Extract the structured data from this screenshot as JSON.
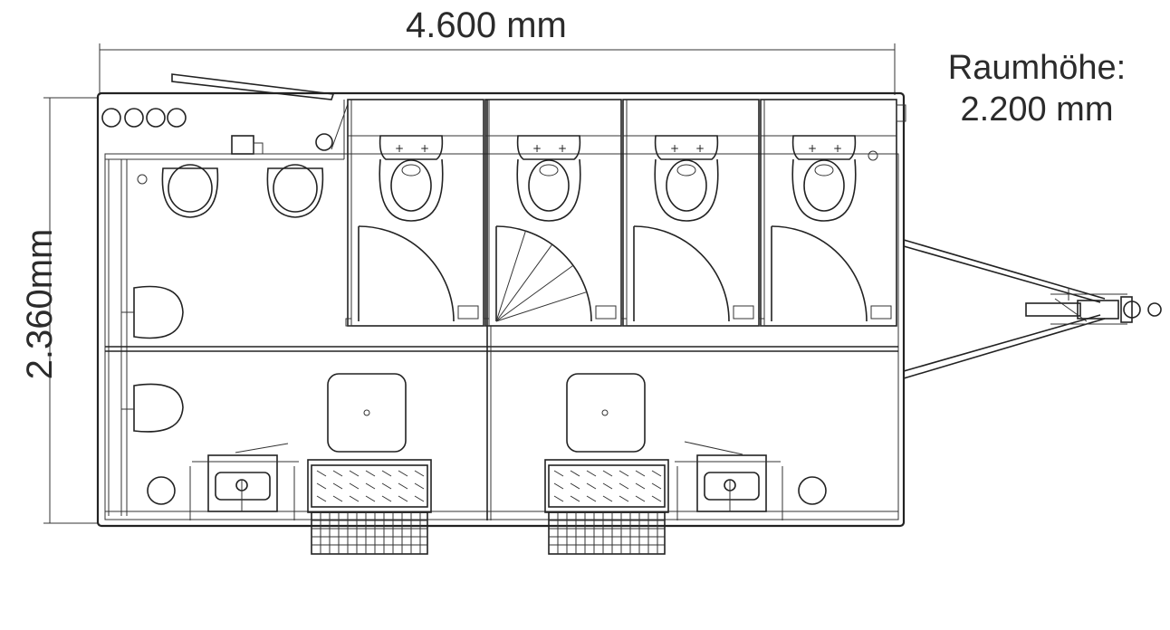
{
  "dimensions": {
    "width": "4.600 mm",
    "room_height_label": "Raumhöhe:",
    "room_height_value": "2.200 mm",
    "depth": "2.360mm"
  }
}
